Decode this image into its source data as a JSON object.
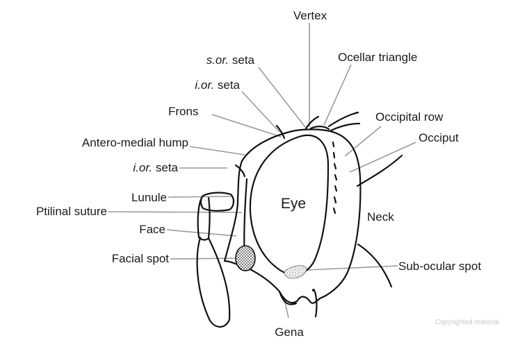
{
  "diagram": {
    "labels": {
      "vertex": "Vertex",
      "sor_italic": "s.or.",
      "sor_seta": " seta",
      "ocellar_triangle": "Ocellar triangle",
      "ior_top_italic": "i.or.",
      "ior_top_seta": " seta",
      "frons": "Frons",
      "occipital_row": "Occipital row",
      "occiput": "Occiput",
      "antero_medial_hump": "Antero-medial hump",
      "ior_lower_italic": "i.or.",
      "ior_lower_seta": " seta",
      "lunule": "Lunule",
      "eye": "Eye",
      "ptilinal_suture": "Ptilinal suture",
      "neck": "Neck",
      "face": "Face",
      "facial_spot": "Facial spot",
      "sub_ocular_spot": "Sub-ocular spot",
      "gena": "Gena"
    },
    "watermark": "Copyrighted material"
  }
}
